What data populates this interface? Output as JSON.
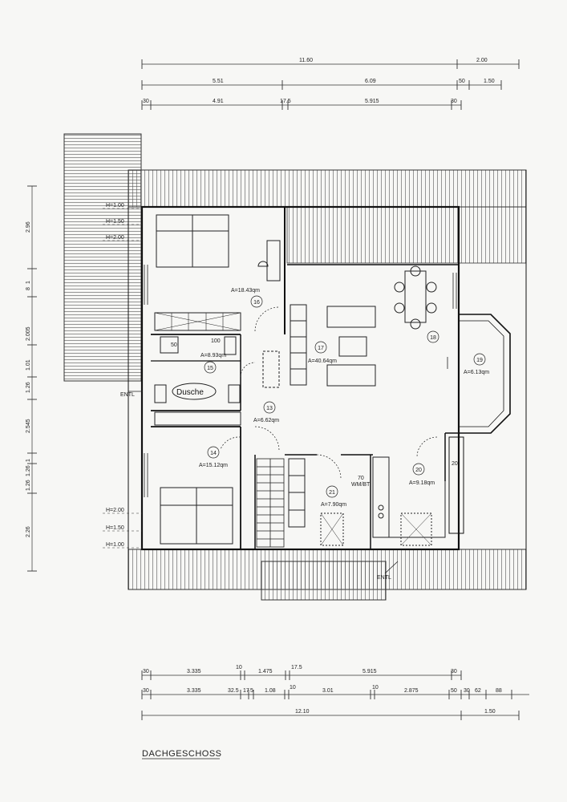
{
  "title": "DACHGESCHOSS",
  "dimensions": {
    "top_row1": [
      "11.60",
      "2.00"
    ],
    "top_row2": [
      "5.51",
      "6.09",
      "50",
      "1.50"
    ],
    "top_row3": [
      "30",
      "4.91",
      "17.5",
      "5.915",
      "30"
    ],
    "left": [
      "2.96",
      "1",
      "8",
      "2.005",
      "1.01",
      "1.26",
      "2.545",
      "1",
      "1.26",
      "1.26",
      "2.26"
    ],
    "bottom_row1": [
      "30",
      "3.335",
      "10",
      "1.475",
      "17.5",
      "5.915",
      "30"
    ],
    "bottom_row2": [
      "30",
      "3.335",
      "32.5",
      "17",
      "5",
      "1.08",
      "10",
      "3.01",
      "10",
      "2.875",
      "50",
      "30",
      "62",
      "88"
    ],
    "bottom_row3": [
      "12.10",
      "1.50"
    ]
  },
  "heights": [
    "H=1.00",
    "H=1.50",
    "H=2.00",
    "H=2.00",
    "H=1.50",
    "H=1.00"
  ],
  "rooms": [
    {
      "num": "16",
      "area": "A=18.43qm"
    },
    {
      "num": "15",
      "area": "A=8.93qm"
    },
    {
      "num": "13",
      "area": "A=6.62qm"
    },
    {
      "num": "14",
      "area": "A=15.12qm"
    },
    {
      "num": "17",
      "area": "A=40.64qm"
    },
    {
      "num": "18",
      "area": ""
    },
    {
      "num": "19",
      "area": "A=6.13qm"
    },
    {
      "num": "20",
      "area": "A=9.18qm"
    },
    {
      "num": "21",
      "area": "A=7.90qm"
    }
  ],
  "labels": {
    "dusche": "Dusche",
    "entl_left": "ENTL",
    "entl_right": "ENTL",
    "wash": "50",
    "tub": "100",
    "fridge": "70",
    "fridge_sub": "WM/BT",
    "hood": "20"
  }
}
